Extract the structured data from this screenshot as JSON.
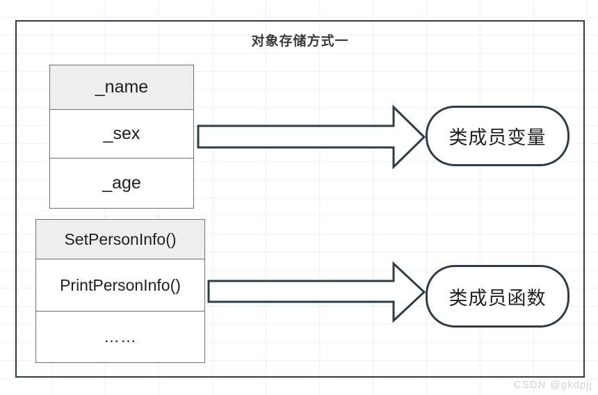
{
  "diagram": {
    "title": "对象存储方式一",
    "watermark": "CSDN @gkdpjj",
    "colors": {
      "line": "#2e3a46",
      "cell_border": "#6f6f6f",
      "shaded_cell": "#eeeeee",
      "grid": "#f1f1f1",
      "watermark": "#d2d2d2",
      "background": "#ffffff"
    },
    "members_table": {
      "name": "class-member-variables-table",
      "rows": [
        {
          "label": "_name",
          "shaded": true
        },
        {
          "label": "_sex",
          "shaded": false
        },
        {
          "label": "_age",
          "shaded": false
        }
      ]
    },
    "methods_table": {
      "name": "class-member-functions-table",
      "rows": [
        {
          "label": "SetPersonInfo()",
          "shaded": true
        },
        {
          "label": "PrintPersonInfo()",
          "shaded": false
        },
        {
          "label": "……",
          "shaded": false
        }
      ]
    },
    "callouts": [
      {
        "id": "class-member-variables",
        "label": "类成员变量"
      },
      {
        "id": "class-member-functions",
        "label": "类成员函数"
      }
    ],
    "arrows": [
      {
        "id": "arrow-to-member-variables",
        "direction": "right"
      },
      {
        "id": "arrow-to-member-functions",
        "direction": "right"
      }
    ]
  }
}
